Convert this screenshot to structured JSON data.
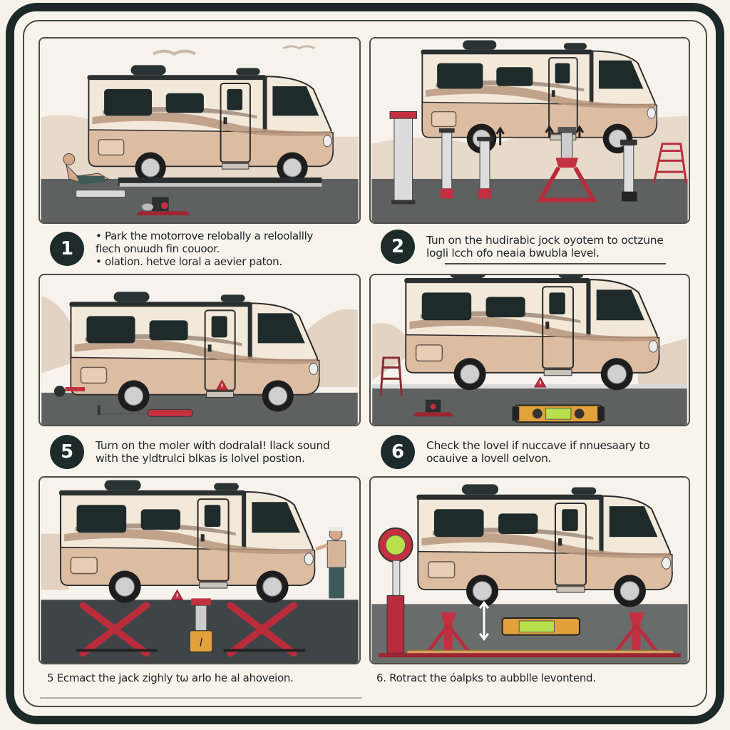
{
  "colors": {
    "frame": "#1b2a29",
    "card": "#f8f4ec",
    "badge": "#1d2b2a",
    "rv_body": "#f3e9da",
    "rv_lower": "#d9b89c",
    "rv_stripe": "#a98f7a",
    "window": "#1f2a2b",
    "ground": "#5f6161",
    "jack_red": "#b82c3b",
    "level_orange": "#e1a13b",
    "level_bubble": "#b8e04a"
  },
  "steps": [
    {
      "number": "1",
      "lines": [
        "• Park the motorrove relobally a reloolallly",
        "flech onuudh fin couoor.",
        "• olation. hetve loral a aevier paton."
      ],
      "illustration": "rv-parked-on-ramp-with-person-and-jack"
    },
    {
      "number": "2",
      "lines": [
        "Tun on the hudirabic jock oyotem to octzune",
        "logli lcch ofo neaia bwubla level."
      ],
      "illustration": "rv-raised-over-hydraulic-jacks"
    },
    {
      "number": "5",
      "lines": [
        "Turn on the moler with dodralal! llack sound",
        "with the yldtrulci blkas is lolvel postion."
      ],
      "illustration": "rv-tilted-with-jack-tool"
    },
    {
      "number": "6",
      "lines": [
        "Check the lovel if nuccave if nnuesaary to",
        "ocauive a lovell oelvon."
      ],
      "illustration": "rv-level-with-bubble-level"
    }
  ],
  "captions": {
    "bottom_left": "5 Ecmact the jack zighly tω arlo he al ahoveion.",
    "bottom_right": "6. Rotract the óalpks to aubblle levontend."
  },
  "icons": [
    "rv-motorhome-icon",
    "hydraulic-jack-icon",
    "scissor-jack-icon",
    "jack-stand-icon",
    "bubble-level-icon",
    "warning-triangle-icon",
    "step-ladder-icon",
    "person-icon",
    "up-arrow-icon",
    "double-arrow-icon"
  ]
}
